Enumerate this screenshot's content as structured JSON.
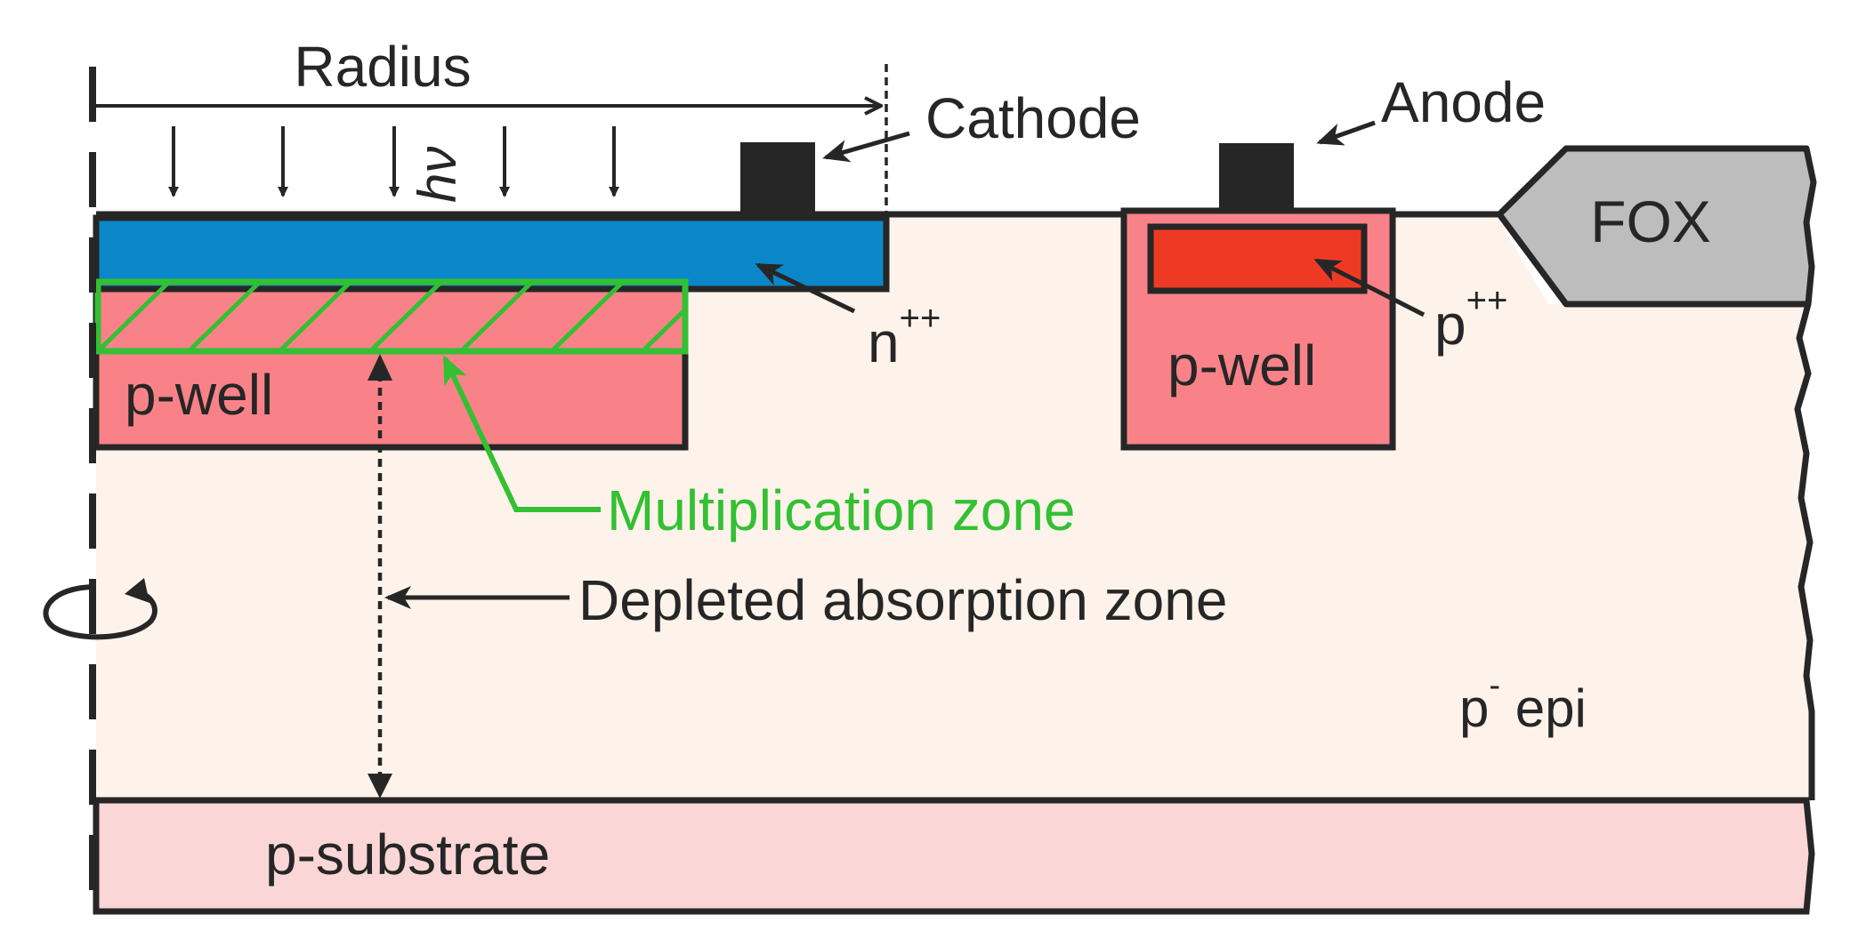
{
  "labels": {
    "radius": "Radius",
    "cathode": "Cathode",
    "anode": "Anode",
    "fox": "FOX",
    "photon": "hν",
    "n_plus_base": "n",
    "n_plus_sup": "++",
    "p_plus_base": "p",
    "p_plus_sup": "++",
    "p_well_left": "p-well",
    "p_well_right": "p-well",
    "multiplication_zone": "Multiplication zone",
    "depleted_absorption_zone": "Depleted absorption zone",
    "p_epi_base": "p",
    "p_epi_sup": "-",
    "p_epi_rest": " epi",
    "p_substrate": "p-substrate"
  },
  "colors": {
    "background": "#ffffff",
    "epi": "#fdf3ea",
    "substrate": "#fbd6d6",
    "p_well": "#f98289",
    "n_plus": "#0b87c9",
    "p_plus": "#ee3a24",
    "fox": "#bdbdbd",
    "contact": "#262626",
    "multiplication_zone": "#33c033",
    "outline": "#262626"
  },
  "icons": [
    "rotation-axis-icon",
    "photon-arrow-icon"
  ]
}
